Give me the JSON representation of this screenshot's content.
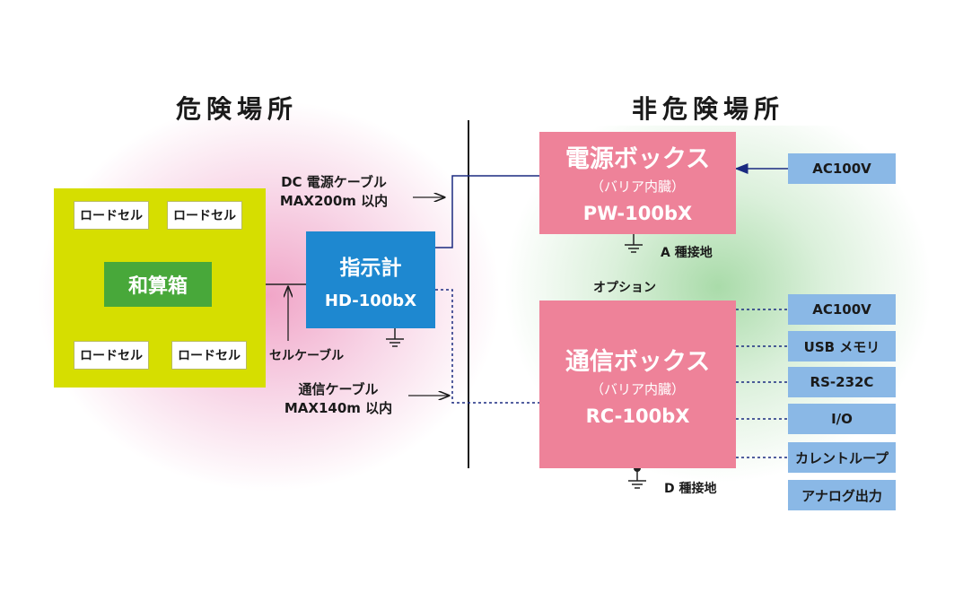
{
  "zones": {
    "hazardous": "危険場所",
    "non_hazardous": "非危険場所"
  },
  "load_cells": [
    "ロードセル",
    "ロードセル",
    "ロードセル",
    "ロードセル"
  ],
  "summing_box": "和算箱",
  "indicator": {
    "name": "指示計",
    "model": "HD-100bX"
  },
  "power_box": {
    "name": "電源ボックス",
    "note": "（バリア内臓）",
    "model": "PW-100bX"
  },
  "comm_box": {
    "name": "通信ボックス",
    "note": "（バリア内臓）",
    "model": "RC-100bX"
  },
  "cables": {
    "dc_power_line1": "DC 電源ケーブル",
    "dc_power_line2": "MAX200m 以内",
    "cell_cable": "セルケーブル",
    "comm_line1": "通信ケーブル",
    "comm_line2": "MAX140m 以内"
  },
  "grounds": {
    "power_box": "A 種接地",
    "comm_box": "D 種接地"
  },
  "option_label": "オプション",
  "power_input": "AC100V",
  "options": [
    "AC100V",
    "USB メモリ",
    "RS-232C",
    "I/O",
    "カレントループ",
    "アナログ出力"
  ],
  "colors": {
    "yellow_box": "#d6de00",
    "summing_box": "#48a83a",
    "indicator": "#1e88d0",
    "pink_box": "#ee8299",
    "option_box": "#8ab8e6",
    "line": "#1a2a80"
  }
}
